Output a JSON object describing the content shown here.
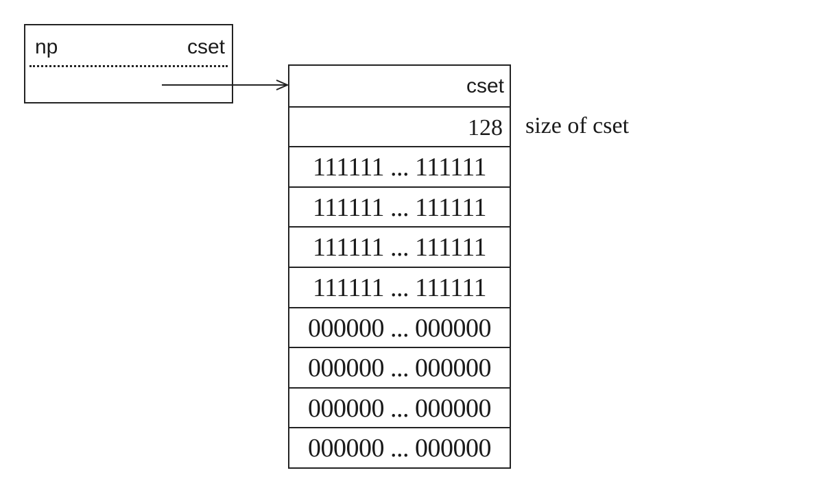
{
  "descriptor": {
    "left_label": "np",
    "right_label": "cset"
  },
  "block": {
    "header": "cset",
    "size": "128",
    "size_annotation": "size of cset",
    "rows": [
      "111111 ... 111111",
      "111111 ... 111111",
      "111111 ... 111111",
      "111111 ... 111111",
      "000000 ... 000000",
      "000000 ... 000000",
      "000000 ... 000000",
      "000000 ... 000000"
    ]
  }
}
